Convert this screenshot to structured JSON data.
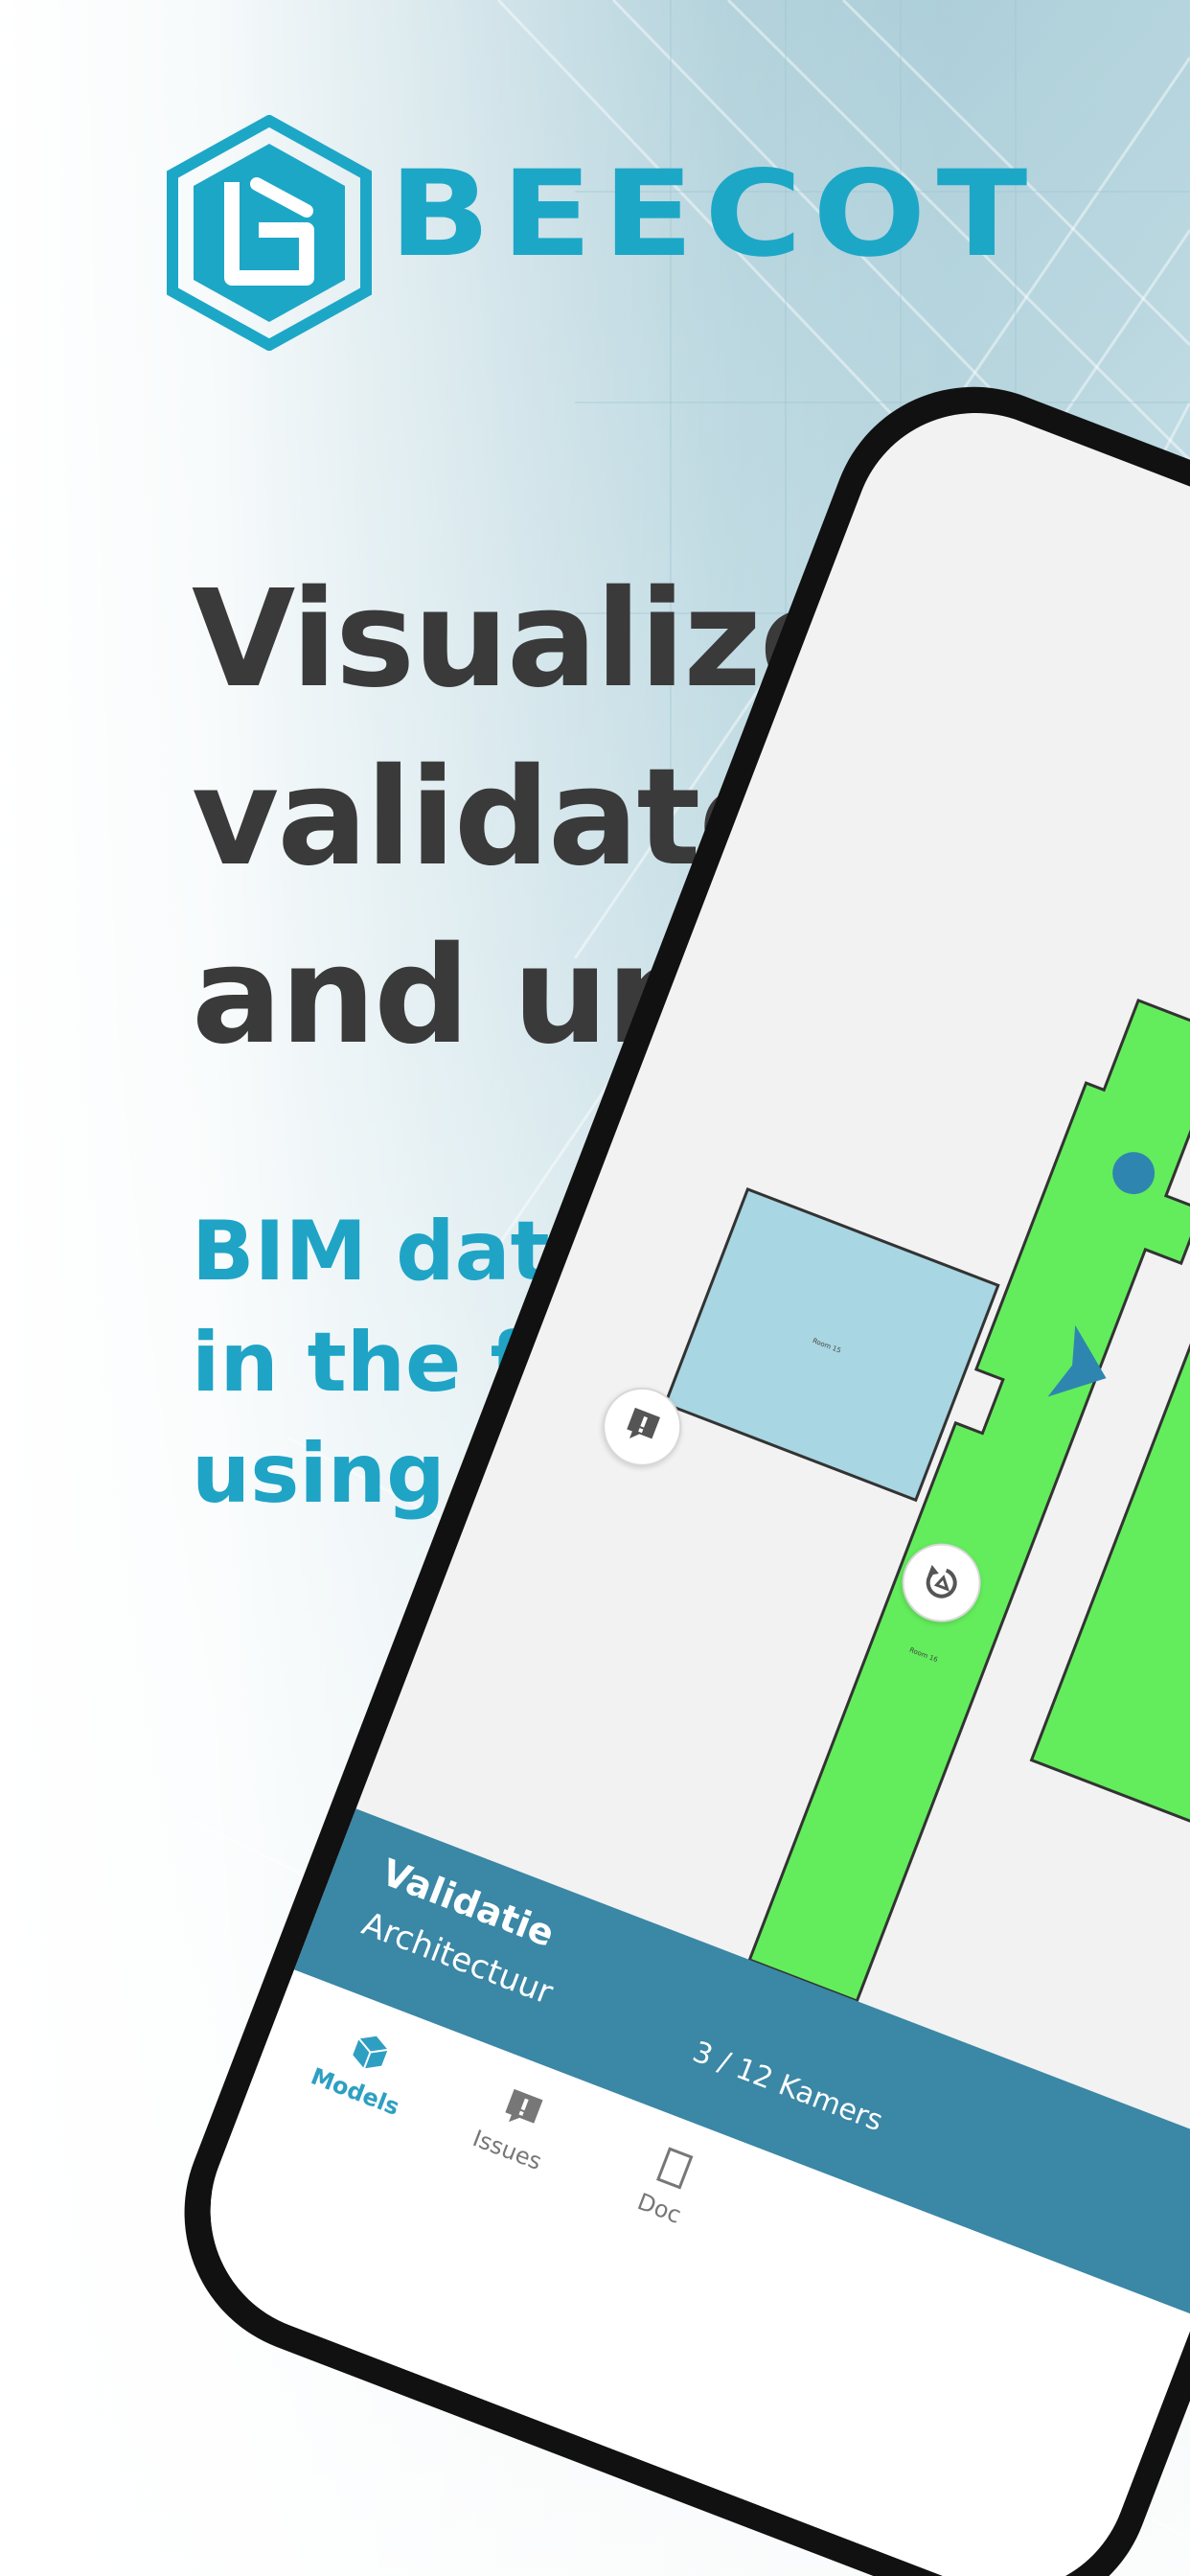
{
  "brand": {
    "name": "BEECOT",
    "color": "#1da7c7"
  },
  "headline": {
    "line1": "Visualize,",
    "line2": "validate",
    "line3": "and unlock"
  },
  "subline": {
    "line1": "BIM data",
    "line2": "in the field",
    "line3": "using AR",
    "color": "#1fa4c6"
  },
  "app": {
    "map": {
      "room_labels": [
        "Room 15",
        "Room 16"
      ]
    },
    "panel": {
      "title": "Validatie",
      "subtitle": "Architectuur",
      "count": "3 / 12 Kamers"
    },
    "tabs": [
      {
        "label": "Models",
        "icon": "cube-icon",
        "active": true
      },
      {
        "label": "Issues",
        "icon": "issue-icon",
        "active": false
      },
      {
        "label": "Doc",
        "icon": "document-icon",
        "active": false
      }
    ]
  }
}
